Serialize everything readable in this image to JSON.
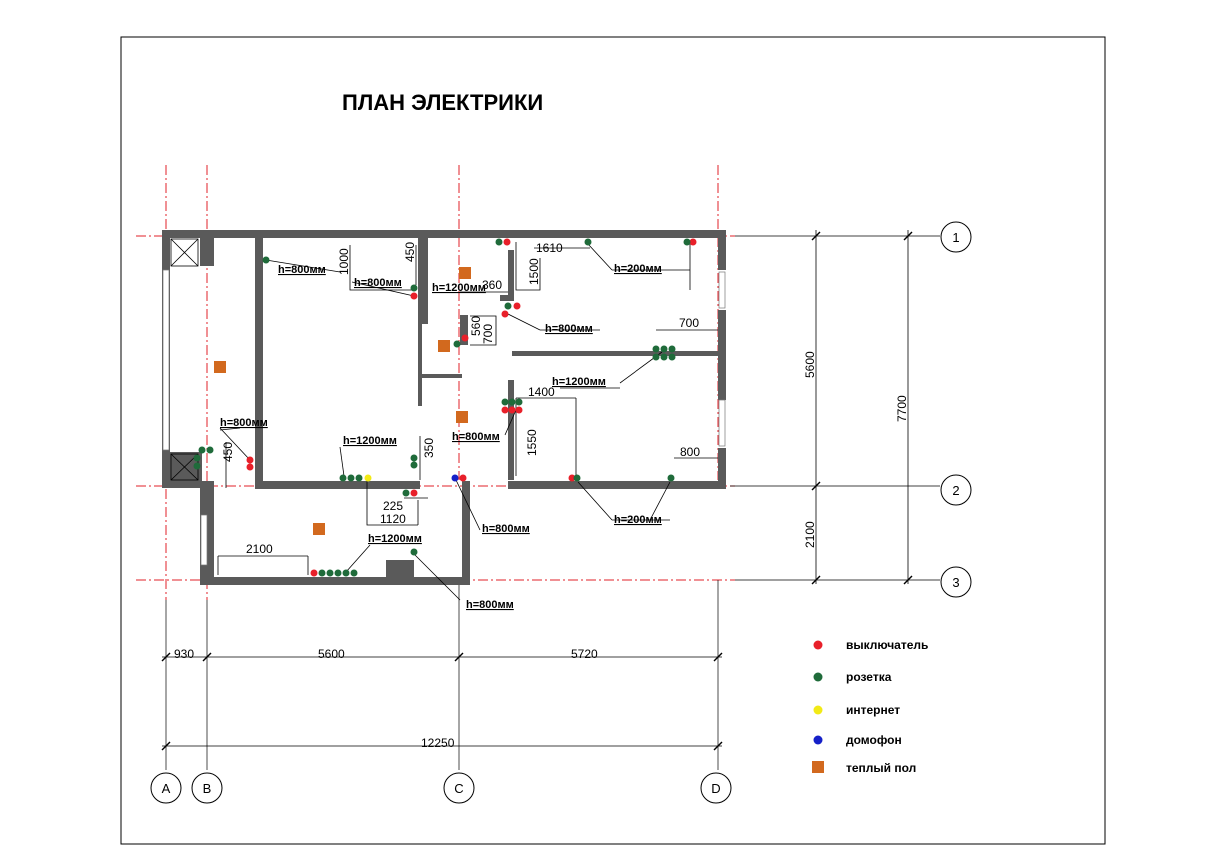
{
  "title": "ПЛАН ЭЛЕКТРИКИ",
  "axes": {
    "letters": [
      "A",
      "B",
      "C",
      "D"
    ],
    "numbers": [
      "1",
      "2",
      "3"
    ]
  },
  "dimensions": {
    "bottom": [
      "930",
      "5600",
      "5720"
    ],
    "total": "12250",
    "right_inner": [
      "5600",
      "2100"
    ],
    "right_total": "7700",
    "interior": [
      "1000",
      "450",
      "1610",
      "1500",
      "360",
      "560",
      "700",
      "700",
      "1400",
      "1550",
      "800",
      "450",
      "350",
      "225",
      "1120",
      "2100"
    ]
  },
  "height_labels": [
    "h=800мм",
    "h=800мм",
    "h=1200мм",
    "h=200мм",
    "h=800мм",
    "h=1200мм",
    "h=800мм",
    "h=800мм",
    "h=1200мм",
    "h=800мм",
    "h=200мм",
    "h=1200мм",
    "h=800мм"
  ],
  "legend": {
    "items": [
      {
        "label": "выключатель",
        "color": "#e8202a",
        "shape": "circle"
      },
      {
        "label": "розетка",
        "color": "#1f6b3a",
        "shape": "circle"
      },
      {
        "label": "интернет",
        "color": "#f2ea16",
        "shape": "circle"
      },
      {
        "label": "домофон",
        "color": "#1520c8",
        "shape": "circle"
      },
      {
        "label": "теплый пол",
        "color": "#d2691e",
        "shape": "square"
      }
    ]
  },
  "colors": {
    "wall": "#5a5a5a",
    "axis_line": "#e0202a",
    "switch": "#e8202a",
    "socket": "#1f6b3a",
    "internet": "#f2ea16",
    "intercom": "#1520c8",
    "floor_heating": "#d2691e"
  }
}
